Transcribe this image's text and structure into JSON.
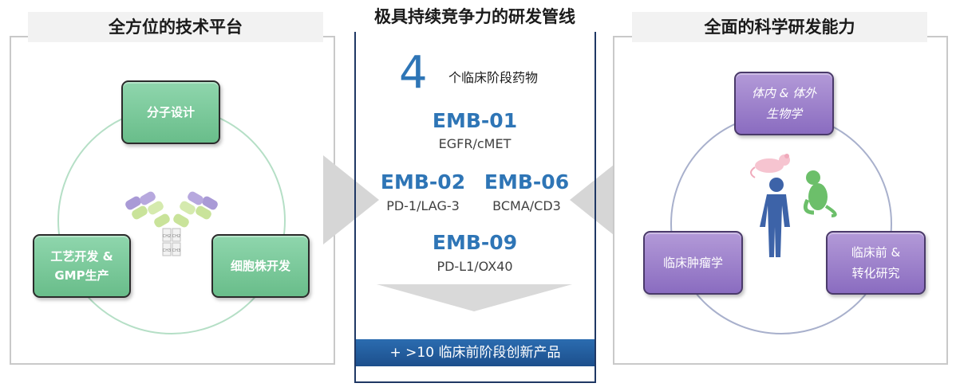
{
  "left_panel": {
    "title": "全方位的技术平台",
    "boxes": {
      "molecule_design": "分子设计",
      "process_line1": "工艺开发 &",
      "process_line2": "GMP生产",
      "cell_line": "细胞株开发"
    },
    "antibody_labels": [
      "CH2",
      "CH2",
      "CH3",
      "CH3"
    ],
    "colors": {
      "green": "#7fcd9f",
      "circle": "#a8d8be"
    }
  },
  "center_panel": {
    "title": "极具持续竞争力的研发管线",
    "count_number": "4",
    "count_text": "个临床阶段药物",
    "drugs": [
      {
        "name": "EMB-01",
        "target": "EGFR/cMET"
      },
      {
        "name": "EMB-02",
        "target": "PD-1/LAG-3"
      },
      {
        "name": "EMB-06",
        "target": "BCMA/CD3"
      },
      {
        "name": "EMB-09",
        "target": "PD-L1/OX40"
      }
    ],
    "bottom_bar": "+ >10 临床前阶段创新产品",
    "colors": {
      "blue": "#2e75b6",
      "navy": "#1f3864"
    }
  },
  "right_panel": {
    "title": "全面的科学研发能力",
    "boxes": {
      "biology_line1": "体内 & 体外",
      "biology_line2": "生物学",
      "oncology": "临床肿瘤学",
      "translational_line1": "临床前 &",
      "translational_line2": "转化研究"
    },
    "icons": [
      "mouse-icon",
      "human-body-icon",
      "monkey-icon"
    ],
    "colors": {
      "purple": "#9b80cc",
      "human": "#2f5597"
    }
  }
}
